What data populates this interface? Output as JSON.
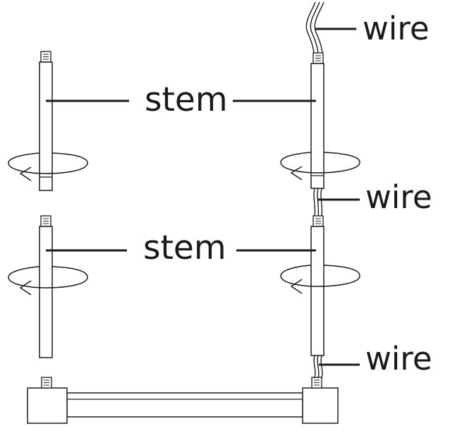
{
  "labels": {
    "stem_top": "stem",
    "stem_mid": "stem",
    "wire_top": "wire",
    "wire_mid": "wire",
    "wire_bottom": "wire"
  },
  "colors": {
    "line": "#1a1a1a",
    "background": "#ffffff"
  }
}
